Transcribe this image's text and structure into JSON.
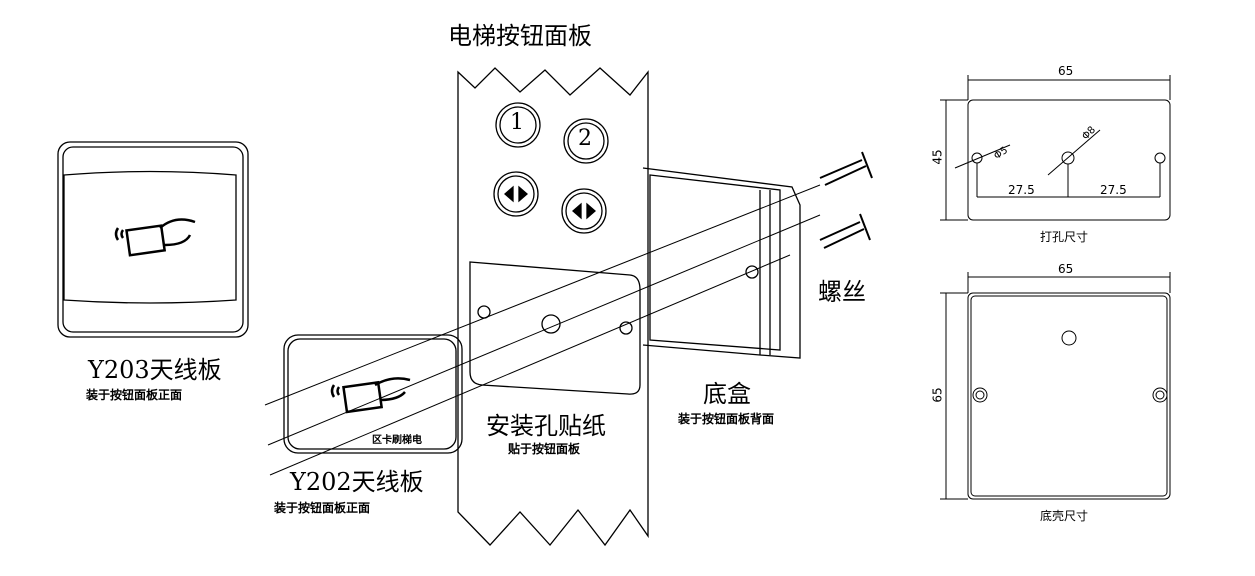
{
  "title": "电梯按钮面板",
  "y203": {
    "name": "Y203天线板",
    "note": "装于按钮面板正面"
  },
  "y202": {
    "name": "Y202天线板",
    "note": "装于按钮面板正面",
    "panel_text": "区卡刷梯电"
  },
  "sticker": {
    "name": "安装孔贴纸",
    "note": "贴于按钮面板"
  },
  "box": {
    "name": "底盒",
    "note": "装于按钮面板背面"
  },
  "screws": {
    "name": "螺丝"
  },
  "buttons": [
    "1",
    "2"
  ],
  "drill": {
    "caption": "打孔尺寸",
    "width": "65",
    "height": "45",
    "hole_small": "Φ5",
    "hole_big": "Φ8",
    "spacing_left": "27.5",
    "spacing_right": "27.5"
  },
  "shell": {
    "caption": "底壳尺寸",
    "width": "65",
    "height": "65"
  }
}
